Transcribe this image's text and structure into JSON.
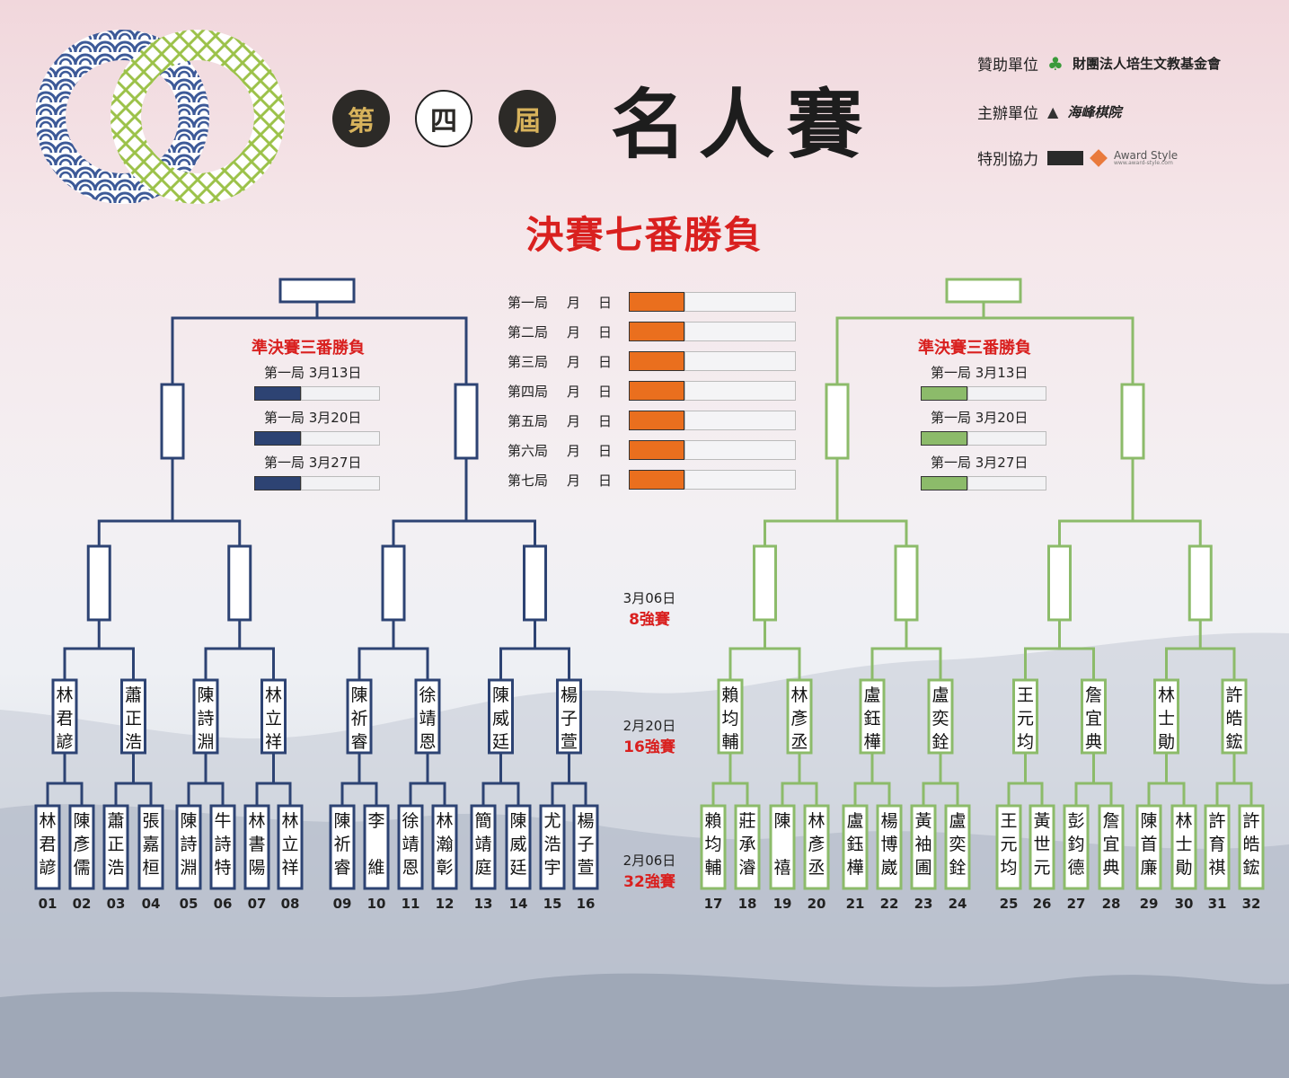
{
  "header": {
    "edition": [
      "第",
      "四",
      "屆"
    ],
    "title": "名人賽",
    "sponsors": [
      {
        "label": "贊助單位",
        "name": "財團法人培生文教基金會"
      },
      {
        "label": "主辦單位",
        "name": "海峰棋院"
      },
      {
        "label": "特別協力",
        "name": "Award Style"
      }
    ],
    "award_sub": "www.award-style.com"
  },
  "final": {
    "title": "決賽七番勝負",
    "games": [
      {
        "label": "第一局",
        "month": "月",
        "day": "日"
      },
      {
        "label": "第二局",
        "month": "月",
        "day": "日"
      },
      {
        "label": "第三局",
        "month": "月",
        "day": "日"
      },
      {
        "label": "第四局",
        "month": "月",
        "day": "日"
      },
      {
        "label": "第五局",
        "month": "月",
        "day": "日"
      },
      {
        "label": "第六局",
        "month": "月",
        "day": "日"
      },
      {
        "label": "第七局",
        "month": "月",
        "day": "日"
      }
    ]
  },
  "semi": {
    "title": "準決賽三番勝負",
    "games": [
      "第一局 3月13日",
      "第一局 3月20日",
      "第一局 3月27日"
    ]
  },
  "rounds": [
    {
      "date": "3月06日",
      "name": "8強賽"
    },
    {
      "date": "2月20日",
      "name": "16強賽"
    },
    {
      "date": "2月06日",
      "name": "32強賽"
    }
  ],
  "colors": {
    "left": "#2d4373",
    "right": "#8cbb6a",
    "final": "#ea6f1e",
    "accent": "#d9201f"
  },
  "players32": [
    "林君諺",
    "陳彥儒",
    "蕭正浩",
    "張嘉桓",
    "陳詩淵",
    "牛詩特",
    "林書陽",
    "林立祥",
    "陳祈睿",
    "李 維",
    "徐靖恩",
    "林瀚彰",
    "簡靖庭",
    "陳威廷",
    "尤浩宇",
    "楊子萱",
    "賴均輔",
    "莊承濬",
    "陳 禧",
    "林彥丞",
    "盧鈺樺",
    "楊博崴",
    "黃袖圃",
    "盧奕銓",
    "王元均",
    "黃世元",
    "彭鈞德",
    "詹宜典",
    "陳首廉",
    "林士勛",
    "許育祺",
    "許皓鋐"
  ],
  "seeds": [
    "01",
    "02",
    "03",
    "04",
    "05",
    "06",
    "07",
    "08",
    "09",
    "10",
    "11",
    "12",
    "13",
    "14",
    "15",
    "16",
    "17",
    "18",
    "19",
    "20",
    "21",
    "22",
    "23",
    "24",
    "25",
    "26",
    "27",
    "28",
    "29",
    "30",
    "31",
    "32"
  ],
  "players16": [
    "林君諺",
    "蕭正浩",
    "陳詩淵",
    "林立祥",
    "陳祈睿",
    "徐靖恩",
    "陳威廷",
    "楊子萱",
    "賴均輔",
    "林彥丞",
    "盧鈺樺",
    "盧奕銓",
    "王元均",
    "詹宜典",
    "林士勛",
    "許皓鋐"
  ]
}
